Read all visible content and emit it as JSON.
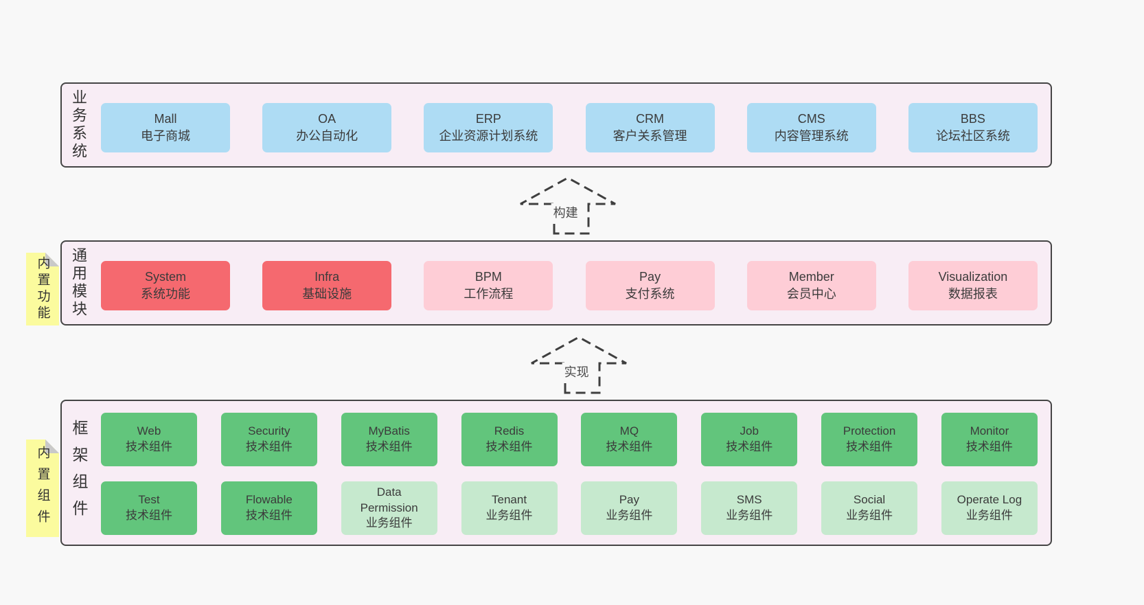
{
  "palette": {
    "page_bg": "#f8f8f8",
    "band_bg": "#f8edf5",
    "band_border": "#454545",
    "blue_box": "#aedcf4",
    "red_box": "#f5696f",
    "pink_box": "#fecdd6",
    "green_box": "#62c57c",
    "light_green_box": "#c6e9ce",
    "note_yellow": "#fbfb9e",
    "text": "#3b3b3b"
  },
  "arrows": [
    {
      "label": "构建"
    },
    {
      "label": "实现"
    }
  ],
  "bands": [
    {
      "label": "业务系统",
      "boxes": [
        {
          "name": "Mall",
          "subtitle": "电子商城",
          "variant": "blue"
        },
        {
          "name": "OA",
          "subtitle": "办公自动化",
          "variant": "blue"
        },
        {
          "name": "ERP",
          "subtitle": "企业资源计划系统",
          "variant": "blue"
        },
        {
          "name": "CRM",
          "subtitle": "客户关系管理",
          "variant": "blue"
        },
        {
          "name": "CMS",
          "subtitle": "内容管理系统",
          "variant": "blue"
        },
        {
          "name": "BBS",
          "subtitle": "论坛社区系统",
          "variant": "blue"
        }
      ]
    },
    {
      "label": "通用模块",
      "note": "内置功能",
      "boxes": [
        {
          "name": "System",
          "subtitle": "系统功能",
          "variant": "red"
        },
        {
          "name": "Infra",
          "subtitle": "基础设施",
          "variant": "red"
        },
        {
          "name": "BPM",
          "subtitle": "工作流程",
          "variant": "pink"
        },
        {
          "name": "Pay",
          "subtitle": "支付系统",
          "variant": "pink"
        },
        {
          "name": "Member",
          "subtitle": "会员中心",
          "variant": "pink"
        },
        {
          "name": "Visualization",
          "subtitle": "数据报表",
          "variant": "pink"
        }
      ]
    },
    {
      "label": "框架组件",
      "note": "内置组件",
      "rows": [
        [
          {
            "name": "Web",
            "subtitle": "技术组件",
            "variant": "green"
          },
          {
            "name": "Security",
            "subtitle": "技术组件",
            "variant": "green"
          },
          {
            "name": "MyBatis",
            "subtitle": "技术组件",
            "variant": "green"
          },
          {
            "name": "Redis",
            "subtitle": "技术组件",
            "variant": "green"
          },
          {
            "name": "MQ",
            "subtitle": "技术组件",
            "variant": "green"
          },
          {
            "name": "Job",
            "subtitle": "技术组件",
            "variant": "green"
          },
          {
            "name": "Protection",
            "subtitle": "技术组件",
            "variant": "green"
          },
          {
            "name": "Monitor",
            "subtitle": "技术组件",
            "variant": "green"
          }
        ],
        [
          {
            "name": "Test",
            "subtitle": "技术组件",
            "variant": "green"
          },
          {
            "name": "Flowable",
            "subtitle": "技术组件",
            "variant": "green"
          },
          {
            "name": "Data Permission",
            "subtitle": "业务组件",
            "variant": "lightgreen"
          },
          {
            "name": "Tenant",
            "subtitle": "业务组件",
            "variant": "lightgreen"
          },
          {
            "name": "Pay",
            "subtitle": "业务组件",
            "variant": "lightgreen"
          },
          {
            "name": "SMS",
            "subtitle": "业务组件",
            "variant": "lightgreen"
          },
          {
            "name": "Social",
            "subtitle": "业务组件",
            "variant": "lightgreen"
          },
          {
            "name": "Operate Log",
            "subtitle": "业务组件",
            "variant": "lightgreen"
          }
        ]
      ]
    }
  ]
}
